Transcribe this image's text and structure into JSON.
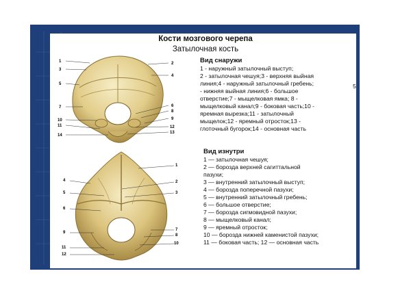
{
  "slide": {
    "title": "Кости мозгового черепа",
    "subtitle": "Затылочная кость",
    "stray_number": "5",
    "colors": {
      "frame": "#1f3f7a",
      "bone_light": "#f3e7b9",
      "bone_mid": "#d8c07a",
      "bone_dark": "#9a7f3c"
    }
  },
  "outer_view": {
    "heading": "Вид  снаружи",
    "lines": [
      "1 - наружный затылочный выступ;",
      "2 - затылочная чешуя;3 - верхняя выйная",
      "линия;4 - наружный затылочный гребень;",
      "- нижняя выйная линия;6 - большое",
      "отверстие;7 - мыщелковая ямка; 8 -",
      "мыщелковый канал;9 - боковая часть;10 -",
      "яремная вырезка;11 - затылочный",
      "мыщелок;12 - яремный отросток;13 -",
      "глоточный бугорок;14 - основная часть"
    ],
    "labels_left": [
      "1",
      "3",
      "5",
      "7",
      "10",
      "11",
      "14"
    ],
    "labels_right": [
      "2",
      "4",
      "6",
      "8",
      "9",
      "12",
      "13"
    ]
  },
  "inner_view": {
    "heading": "Вид  изнутри",
    "lines": [
      "1 — затылочная чешуя;",
      "2 — борозда верхней сагиттальной",
      "пазухи;",
      "3 — внутренний затылочный выступ;",
      "4 — борозда поперечной пазухи;",
      "5 — внутренний затылочный гребень;",
      "6 — большое отверстие;",
      "7 — борозда сигмовидной пазухи;",
      "8 — мыщелковый канал;",
      "9 — яремный отросток;",
      "10 — борозда нижней каменистой пазухи;",
      "11 — боковая часть; 12 — основная часть"
    ],
    "labels_left": [
      "4",
      "5",
      "6",
      "9",
      "11",
      "12"
    ],
    "labels_right": [
      "1",
      "2",
      "3",
      "7",
      "8",
      "10"
    ]
  }
}
